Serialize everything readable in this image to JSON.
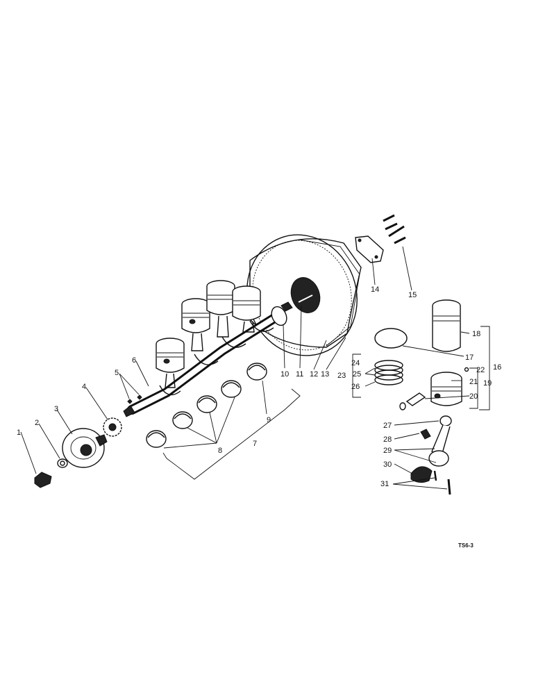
{
  "diagram": {
    "labels": [
      "1",
      "2",
      "3",
      "4",
      "5",
      "6",
      "7",
      "8",
      "9",
      "10",
      "11",
      "12",
      "13",
      "14",
      "15",
      "16",
      "17",
      "18",
      "19",
      "20",
      "21",
      "22",
      "23",
      "24",
      "25",
      "26",
      "27",
      "28",
      "29",
      "30",
      "31"
    ],
    "label_text": {
      "l1": "1",
      "l2": "2",
      "l3": "3",
      "l4": "4",
      "l5": "5",
      "l6": "6",
      "l7": "7",
      "l8": "8",
      "l9": "9",
      "l10": "10",
      "l11": "11",
      "l12": "12",
      "l13": "13",
      "l14": "14",
      "l15": "15",
      "l16": "16",
      "l17": "17",
      "l18": "18",
      "l19": "19",
      "l20": "20",
      "l21": "21",
      "l22": "22",
      "l23": "23",
      "l24": "24",
      "l25": "25",
      "l26": "26",
      "l27": "27",
      "l28": "28",
      "l29": "29",
      "l30": "30",
      "l31": "31"
    },
    "figure_code": "TS6-3"
  }
}
